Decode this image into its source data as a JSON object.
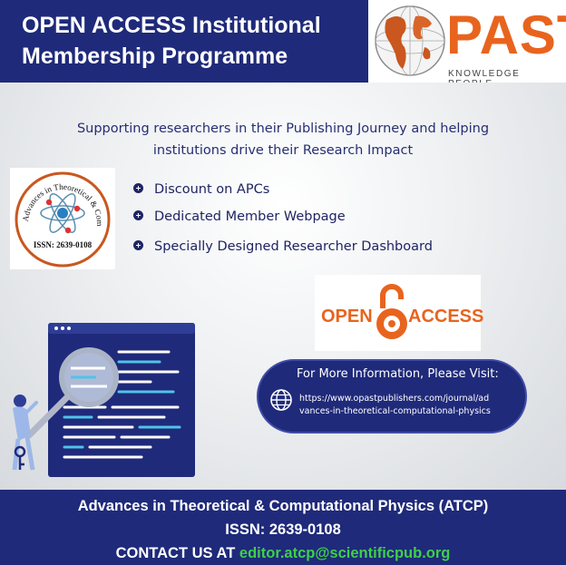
{
  "header": {
    "title_line1": "OPEN ACCESS Institutional",
    "title_line2": "Membership Programme"
  },
  "brand": {
    "logo_text": "PAST",
    "tagline": "KNOWLEDGE PEOPLE",
    "icon": "globe-icon"
  },
  "intro": {
    "line1": "Supporting researchers in their Publishing Journey and helping",
    "line2": "institutions drive their Research Impact"
  },
  "journal_seal": {
    "arc_text": "Advances in Theoretical & Computational Physics",
    "issn": "ISSN: 2639-0108"
  },
  "benefits": [
    {
      "label": "Discount on APCs"
    },
    {
      "label": "Dedicated Member Webpage"
    },
    {
      "label": "Specially Designed Researcher Dashboard"
    }
  ],
  "open_access": {
    "left": "OPEN",
    "right": "ACCESS"
  },
  "info": {
    "heading": "For More Information, Please Visit:",
    "url_line1": "https://www.opastpublishers.com/journal/ad",
    "url_line2": "vances-in-theoretical-computational-physics"
  },
  "footer": {
    "journal": "Advances in Theoretical & Computational Physics (ATCP)",
    "issn": "ISSN: 2639-0108",
    "contact_label": "CONTACT US AT",
    "email": "editor.atcp@scientificpub.org"
  },
  "colors": {
    "navy": "#1f2a7a",
    "orange": "#e8641e",
    "email_green": "#3fcf4a",
    "text_navy": "#262e74"
  }
}
